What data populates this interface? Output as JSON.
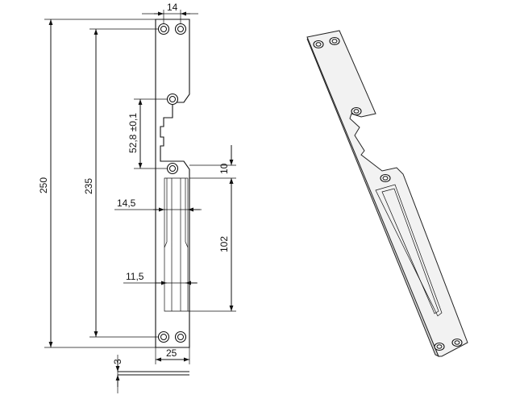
{
  "dimensions": {
    "top_width": "14",
    "overall_length": "250",
    "hole_spacing": "235",
    "tolerance_gap": "52,8 ±0,1",
    "offset": "10",
    "slot_upper_width": "14,5",
    "slot_length": "102",
    "slot_lower_width": "11,5",
    "thickness": "3",
    "plate_width": "25"
  }
}
